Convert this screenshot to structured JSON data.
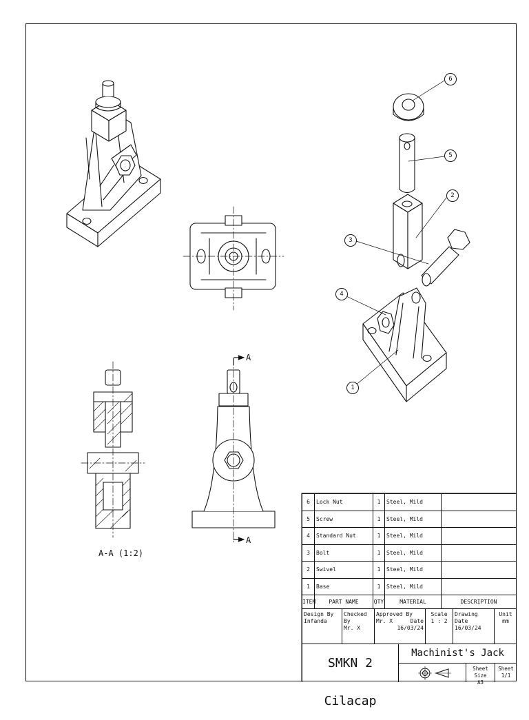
{
  "section_label": "A-A (1:2)",
  "cut_marker": "A",
  "balloons": [
    "6",
    "5",
    "2",
    "3",
    "4",
    "1"
  ],
  "parts": [
    {
      "item": "6",
      "name": "Lock Nut",
      "qty": "1",
      "material": "Steel, Mild",
      "description": ""
    },
    {
      "item": "5",
      "name": "Screw",
      "qty": "1",
      "material": "Steel, Mild",
      "description": ""
    },
    {
      "item": "4",
      "name": "Standard Nut",
      "qty": "1",
      "material": "Steel, Mild",
      "description": ""
    },
    {
      "item": "3",
      "name": "Bolt",
      "qty": "1",
      "material": "Steel, Mild",
      "description": ""
    },
    {
      "item": "2",
      "name": "Swivel",
      "qty": "1",
      "material": "Steel, Mild",
      "description": ""
    },
    {
      "item": "1",
      "name": "Base",
      "qty": "1",
      "material": "Steel, Mild",
      "description": ""
    }
  ],
  "table_headers": {
    "item": "ITEM",
    "name": "PART NAME",
    "qty": "QTY",
    "material": "MATERIAL",
    "description": "DESCRIPTION"
  },
  "meta": {
    "design_by_label": "Design By",
    "design_by": "Infanda",
    "checked_by_label": "Checked By",
    "checked_by": "Mr. X",
    "approved_by_label": "Approved By",
    "approved_by": "Mr. X",
    "date_label": "Date",
    "date": "16/03/24",
    "scale_label": "Scale",
    "scale": "1 : 2",
    "drawing_date_label": "Drawing Date",
    "drawing_date": "16/03/24",
    "unit_label": "Unit",
    "unit": "mm"
  },
  "school": "SMKN 2 Cilacap",
  "title": "Machinist's Jack",
  "sheet_size_label": "Sheet Size",
  "sheet_size": "A3",
  "sheet_label": "Sheet",
  "sheet": "1/1"
}
